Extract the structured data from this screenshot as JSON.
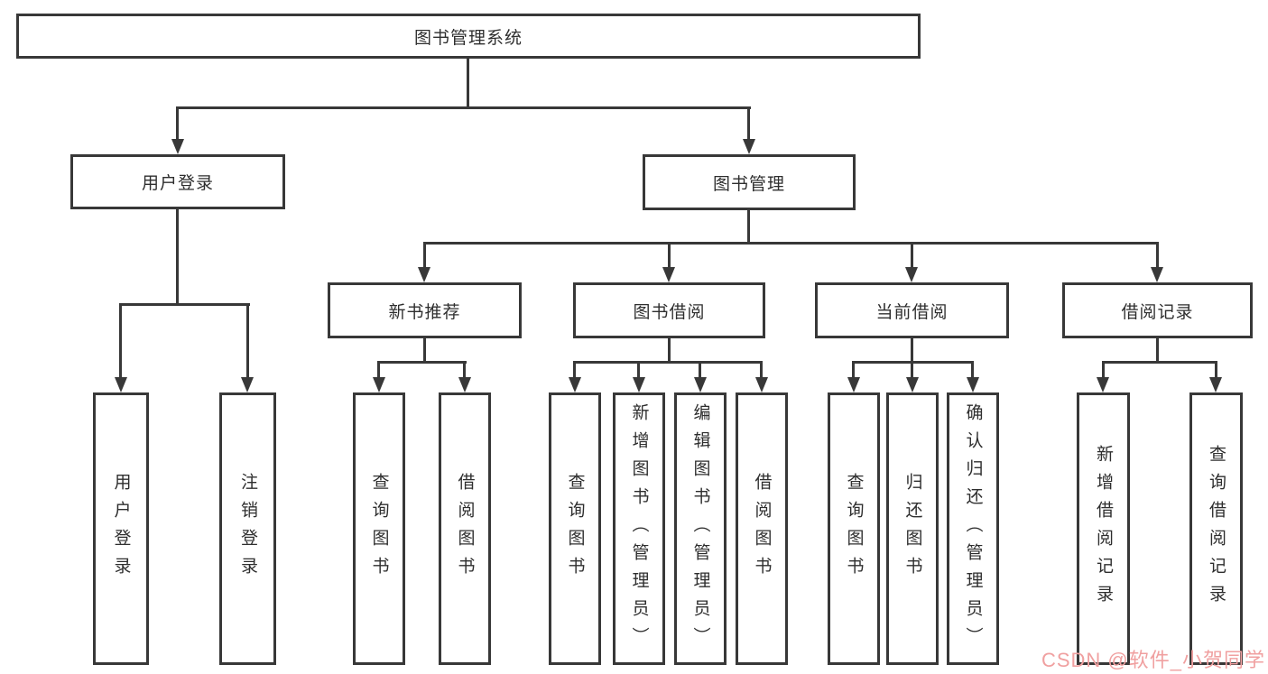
{
  "tree": {
    "label": "图书管理系统",
    "children": [
      {
        "label": "用户登录",
        "children": [
          {
            "label": "用户登录"
          },
          {
            "label": "注销登录"
          }
        ]
      },
      {
        "label": "图书管理",
        "children": [
          {
            "label": "新书推荐",
            "children": [
              {
                "label": "查询图书"
              },
              {
                "label": "借阅图书"
              }
            ]
          },
          {
            "label": "图书借阅",
            "children": [
              {
                "label": "查询图书"
              },
              {
                "label": "新增图书（管理员）"
              },
              {
                "label": "编辑图书（管理员）"
              },
              {
                "label": "借阅图书"
              }
            ]
          },
          {
            "label": "当前借阅",
            "children": [
              {
                "label": "查询图书"
              },
              {
                "label": "归还图书"
              },
              {
                "label": "确认归还（管理员）"
              }
            ]
          },
          {
            "label": "借阅记录",
            "children": [
              {
                "label": "新增借阅记录"
              },
              {
                "label": "查询借阅记录"
              }
            ]
          }
        ]
      }
    ]
  },
  "watermark": {
    "text": "CSDN @软件_小贺同学"
  },
  "colors": {
    "line": "#383838",
    "node_text": "#2e2e2e",
    "watermark": "#f0a0a0",
    "background": "#ffffff"
  }
}
